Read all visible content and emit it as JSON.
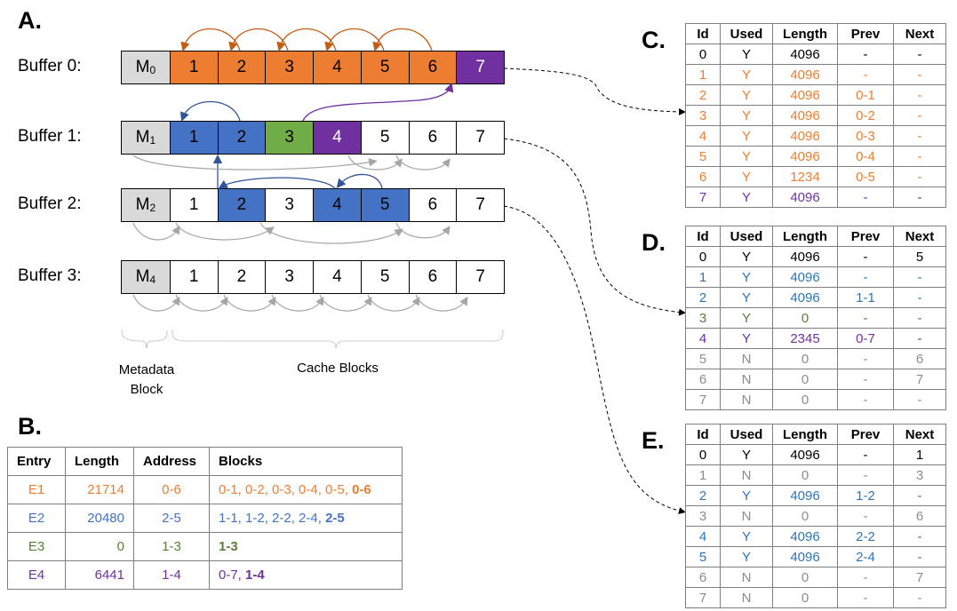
{
  "colors": {
    "orange": "#ed7d31",
    "blue": "#4472c4",
    "green": "#70ad47",
    "purple": "#7030a0",
    "meta": "#d9d9d9",
    "gray_arrow": "#a6a6a6"
  },
  "section_a": {
    "label": "A.",
    "buffers": [
      {
        "label": "Buffer 0:",
        "meta": "M",
        "meta_sub": "0",
        "cells": [
          {
            "n": "1",
            "fill": "orange"
          },
          {
            "n": "2",
            "fill": "orange"
          },
          {
            "n": "3",
            "fill": "orange"
          },
          {
            "n": "4",
            "fill": "orange"
          },
          {
            "n": "5",
            "fill": "orange"
          },
          {
            "n": "6",
            "fill": "orange"
          },
          {
            "n": "7",
            "fill": "purple"
          }
        ]
      },
      {
        "label": "Buffer 1:",
        "meta": "M",
        "meta_sub": "1",
        "cells": [
          {
            "n": "1",
            "fill": "blue"
          },
          {
            "n": "2",
            "fill": "blue"
          },
          {
            "n": "3",
            "fill": "green"
          },
          {
            "n": "4",
            "fill": "purple"
          },
          {
            "n": "5",
            "fill": "white"
          },
          {
            "n": "6",
            "fill": "white"
          },
          {
            "n": "7",
            "fill": "white"
          }
        ]
      },
      {
        "label": "Buffer 2:",
        "meta": "M",
        "meta_sub": "2",
        "cells": [
          {
            "n": "1",
            "fill": "white"
          },
          {
            "n": "2",
            "fill": "blue"
          },
          {
            "n": "3",
            "fill": "white"
          },
          {
            "n": "4",
            "fill": "blue"
          },
          {
            "n": "5",
            "fill": "blue"
          },
          {
            "n": "6",
            "fill": "white"
          },
          {
            "n": "7",
            "fill": "white"
          }
        ]
      },
      {
        "label": "Buffer 3:",
        "meta": "M",
        "meta_sub": "4",
        "cells": [
          {
            "n": "1",
            "fill": "white"
          },
          {
            "n": "2",
            "fill": "white"
          },
          {
            "n": "3",
            "fill": "white"
          },
          {
            "n": "4",
            "fill": "white"
          },
          {
            "n": "5",
            "fill": "white"
          },
          {
            "n": "6",
            "fill": "white"
          },
          {
            "n": "7",
            "fill": "white"
          }
        ]
      }
    ],
    "metadata_label_line1": "Metadata",
    "metadata_label_line2": "Block",
    "cache_label": "Cache Blocks"
  },
  "section_b": {
    "label": "B.",
    "headers": [
      "Entry",
      "Length",
      "Address",
      "Blocks"
    ],
    "rows": [
      {
        "color": "orange",
        "entry": "E1",
        "length": "21714",
        "address": "0-6",
        "blocks": "0-1, 0-2, 0-3, 0-4, 0-5, ",
        "blocks_bold": "0-6"
      },
      {
        "color": "blue",
        "entry": "E2",
        "length": "20480",
        "address": "2-5",
        "blocks": "1-1, 1-2, 2-2, 2-4, ",
        "blocks_bold": "2-5"
      },
      {
        "color": "green",
        "entry": "E3",
        "length": "0",
        "address": "1-3",
        "blocks": "",
        "blocks_bold": "1-3"
      },
      {
        "color": "purple",
        "entry": "E4",
        "length": "6441",
        "address": "1-4",
        "blocks": "0-7, ",
        "blocks_bold": "1-4"
      }
    ]
  },
  "tables": [
    {
      "label": "C.",
      "headers": [
        "Id",
        "Used",
        "Length",
        "Prev",
        "Next"
      ],
      "rows": [
        {
          "c": "black",
          "v": [
            "0",
            "Y",
            "4096",
            "-",
            "-"
          ]
        },
        {
          "c": "orange",
          "v": [
            "1",
            "Y",
            "4096",
            "-",
            "-"
          ]
        },
        {
          "c": "orange",
          "v": [
            "2",
            "Y",
            "4096",
            "0-1",
            "-"
          ]
        },
        {
          "c": "orange",
          "v": [
            "3",
            "Y",
            "4096",
            "0-2",
            "-"
          ]
        },
        {
          "c": "orange",
          "v": [
            "4",
            "Y",
            "4096",
            "0-3",
            "-"
          ]
        },
        {
          "c": "orange",
          "v": [
            "5",
            "Y",
            "4096",
            "0-4",
            "-"
          ]
        },
        {
          "c": "orange",
          "v": [
            "6",
            "Y",
            "1234",
            "0-5",
            "-"
          ]
        },
        {
          "c": "purple",
          "v": [
            "7",
            "Y",
            "4096",
            "-",
            "-"
          ]
        }
      ]
    },
    {
      "label": "D.",
      "headers": [
        "Id",
        "Used",
        "Length",
        "Prev",
        "Next"
      ],
      "rows": [
        {
          "c": "black",
          "v": [
            "0",
            "Y",
            "4096",
            "-",
            "5"
          ]
        },
        {
          "c": "lblue",
          "v": [
            "1",
            "Y",
            "4096",
            "-",
            "-"
          ]
        },
        {
          "c": "lblue",
          "v": [
            "2",
            "Y",
            "4096",
            "1-1",
            "-"
          ]
        },
        {
          "c": "green",
          "v": [
            "3",
            "Y",
            "0",
            "-",
            "-"
          ]
        },
        {
          "c": "purple",
          "v": [
            "4",
            "Y",
            "2345",
            "0-7",
            "-"
          ]
        },
        {
          "c": "gray",
          "v": [
            "5",
            "N",
            "0",
            "-",
            "6"
          ]
        },
        {
          "c": "gray",
          "v": [
            "6",
            "N",
            "0",
            "-",
            "7"
          ]
        },
        {
          "c": "gray",
          "v": [
            "7",
            "N",
            "0",
            "-",
            "-"
          ]
        }
      ]
    },
    {
      "label": "E.",
      "headers": [
        "Id",
        "Used",
        "Length",
        "Prev",
        "Next"
      ],
      "rows": [
        {
          "c": "black",
          "v": [
            "0",
            "Y",
            "4096",
            "-",
            "1"
          ]
        },
        {
          "c": "gray",
          "v": [
            "1",
            "N",
            "0",
            "-",
            "3"
          ]
        },
        {
          "c": "lblue",
          "v": [
            "2",
            "Y",
            "4096",
            "1-2",
            "-"
          ]
        },
        {
          "c": "gray",
          "v": [
            "3",
            "N",
            "0",
            "-",
            "6"
          ]
        },
        {
          "c": "lblue",
          "v": [
            "4",
            "Y",
            "4096",
            "2-2",
            "-"
          ]
        },
        {
          "c": "lblue",
          "v": [
            "5",
            "Y",
            "4096",
            "2-4",
            "-"
          ]
        },
        {
          "c": "gray",
          "v": [
            "6",
            "N",
            "0",
            "-",
            "7"
          ]
        },
        {
          "c": "gray",
          "v": [
            "7",
            "N",
            "0",
            "-",
            "-"
          ]
        }
      ]
    }
  ]
}
